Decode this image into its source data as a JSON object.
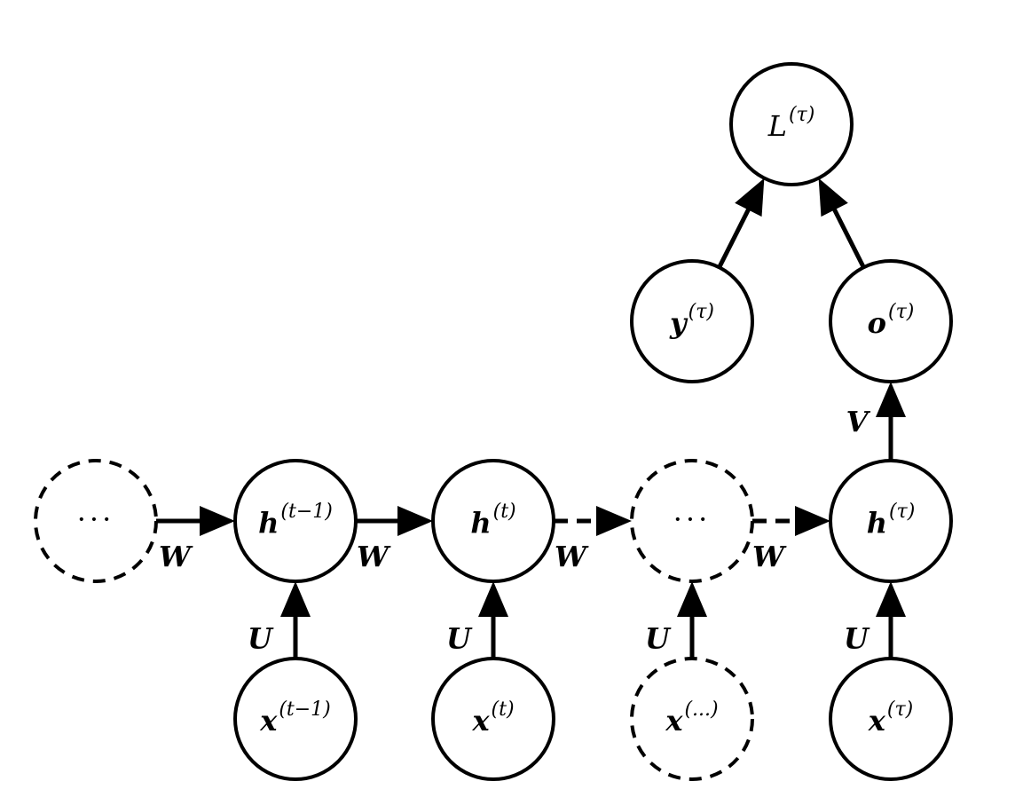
{
  "nodes": [
    {
      "id": "h-prev-dots",
      "label": "···",
      "sup": "",
      "dashed": true
    },
    {
      "id": "h-t-1",
      "label": "h",
      "sup": "(t−1)",
      "dashed": false
    },
    {
      "id": "h-t",
      "label": "h",
      "sup": "(t)",
      "dashed": false
    },
    {
      "id": "h-dots",
      "label": "···",
      "sup": "",
      "dashed": true
    },
    {
      "id": "h-tau",
      "label": "h",
      "sup": "(τ)",
      "dashed": false
    },
    {
      "id": "x-t-1",
      "label": "x",
      "sup": "(t−1)",
      "dashed": false
    },
    {
      "id": "x-t",
      "label": "x",
      "sup": "(t)",
      "dashed": false
    },
    {
      "id": "x-dots",
      "label": "x",
      "sup": "(...)",
      "dashed": true
    },
    {
      "id": "x-tau",
      "label": "x",
      "sup": "(τ)",
      "dashed": false
    },
    {
      "id": "o-tau",
      "label": "o",
      "sup": "(τ)",
      "dashed": false
    },
    {
      "id": "y-tau",
      "label": "y",
      "sup": "(τ)",
      "dashed": false
    },
    {
      "id": "L-tau",
      "label": "L",
      "sup": "(τ)",
      "dashed": false
    }
  ],
  "edges": [
    {
      "from": "h-prev-dots",
      "to": "h-t-1",
      "label": "W",
      "dashed": false
    },
    {
      "from": "h-t-1",
      "to": "h-t",
      "label": "W",
      "dashed": false
    },
    {
      "from": "h-t",
      "to": "h-dots",
      "label": "W",
      "dashed": true
    },
    {
      "from": "h-dots",
      "to": "h-tau",
      "label": "W",
      "dashed": true
    },
    {
      "from": "x-t-1",
      "to": "h-t-1",
      "label": "U",
      "dashed": false
    },
    {
      "from": "x-t",
      "to": "h-t",
      "label": "U",
      "dashed": false
    },
    {
      "from": "x-dots",
      "to": "h-dots",
      "label": "U",
      "dashed": false
    },
    {
      "from": "x-tau",
      "to": "h-tau",
      "label": "U",
      "dashed": false
    },
    {
      "from": "h-tau",
      "to": "o-tau",
      "label": "V",
      "dashed": false
    },
    {
      "from": "y-tau",
      "to": "L-tau",
      "label": "",
      "dashed": false
    },
    {
      "from": "o-tau",
      "to": "L-tau",
      "label": "",
      "dashed": false
    }
  ],
  "colors": {
    "stroke": "#000000",
    "background": "#ffffff"
  }
}
